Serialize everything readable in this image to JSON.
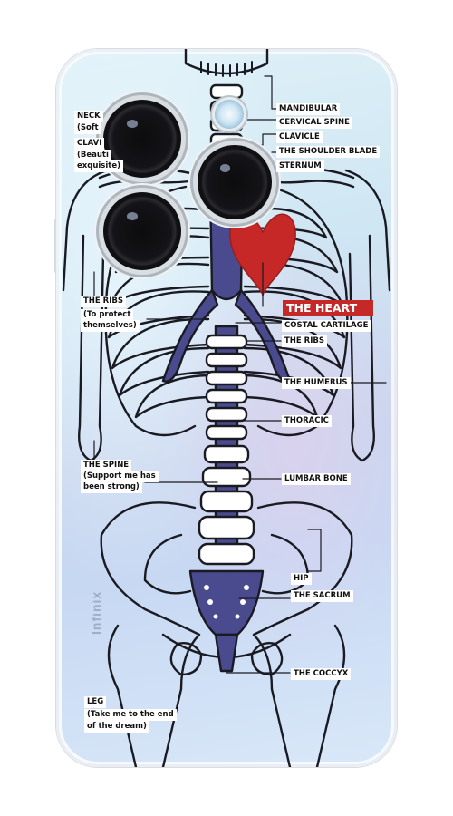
{
  "product": {
    "brand_text": "Infinix",
    "colors": {
      "outline": "#1a1a22",
      "spine_fill": "#4a4a8e",
      "heart_fill": "#c62828",
      "heart_label_bg": "#c62828",
      "label_bg": "#ffffff"
    }
  },
  "camera": {
    "lens_icon": "camera-lens-icon",
    "flash_icon": "flash-icon"
  },
  "labels": {
    "mandibular": "MANDIBULAR",
    "cervical_spine": "CERVICAL SPINE",
    "clavicle": "CLAVICLE",
    "shoulder_blade": "THE SHOULDER BLADE",
    "sternum": "STERNUM",
    "neck": "NECK",
    "neck_sub": "(Soft",
    "clavicle_left": "CLAVI",
    "clavicle_left_sub1": "(Beauti",
    "clavicle_left_sub2": "exquisite)",
    "the_heart": "THE HEART",
    "costal_cartilage": "COSTAL CARTILAGE",
    "the_ribs_right": "THE RIBS",
    "the_ribs_left": "THE RIBS",
    "the_ribs_left_sub1": "(To protect",
    "the_ribs_left_sub2": "themselves)",
    "the_humerus": "THE HUMERUS",
    "thoracic": "THORACIC",
    "the_spine": "THE SPINE",
    "the_spine_sub1": "(Support me has",
    "the_spine_sub2": "been strong)",
    "lumbar_bone": "LUMBAR BONE",
    "hip": "HIP",
    "the_sacrum": "THE SACRUM",
    "the_coccyx": "THE COCCYX",
    "leg": "LEG",
    "leg_sub1": "(Take me to the end",
    "leg_sub2": "of the dream)"
  }
}
